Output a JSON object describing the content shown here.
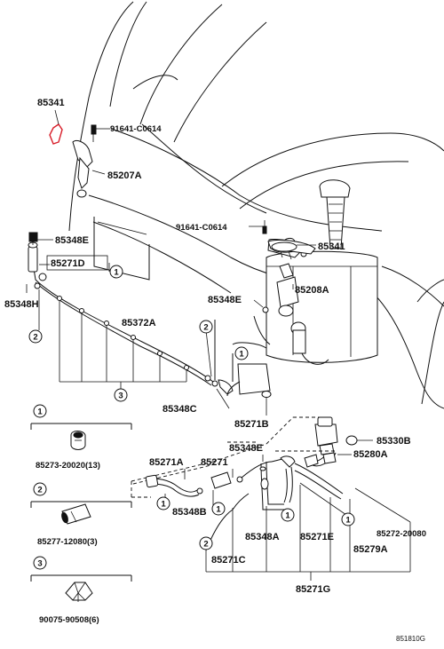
{
  "labels": {
    "p85341_top": "85341",
    "p91641_top": "91641-C0614",
    "p85207A": "85207A",
    "p91641_mid": "91641-C0614",
    "p85348E_left": "85348E",
    "p85271D": "85271D",
    "p85348H": "85348H",
    "p85341_right": "85341",
    "p85348E_mid": "85348E",
    "p85208A": "85208A",
    "p85372A": "85372A",
    "p85348C": "85348C",
    "p85271B": "85271B",
    "p85348E_low": "85348E",
    "p85330B": "85330B",
    "p85280A": "85280A",
    "p85271A": "85271A",
    "p85271": "85271",
    "p85348B": "85348B",
    "p85348A": "85348A",
    "p85271E": "85271E",
    "p85272": "85272-20080",
    "p85279A": "85279A",
    "p85271C": "85271C",
    "p85271G": "85271G"
  },
  "callouts": {
    "c1": "1",
    "c2": "2",
    "c3": "3"
  },
  "legend": [
    {
      "num": "1",
      "part": "85273-20020(13)"
    },
    {
      "num": "2",
      "part": "85277-12080(3)"
    },
    {
      "num": "3",
      "part": "90075-90508(6)"
    }
  ],
  "footer_code": "851810G",
  "accent_color": "#d81e2a"
}
